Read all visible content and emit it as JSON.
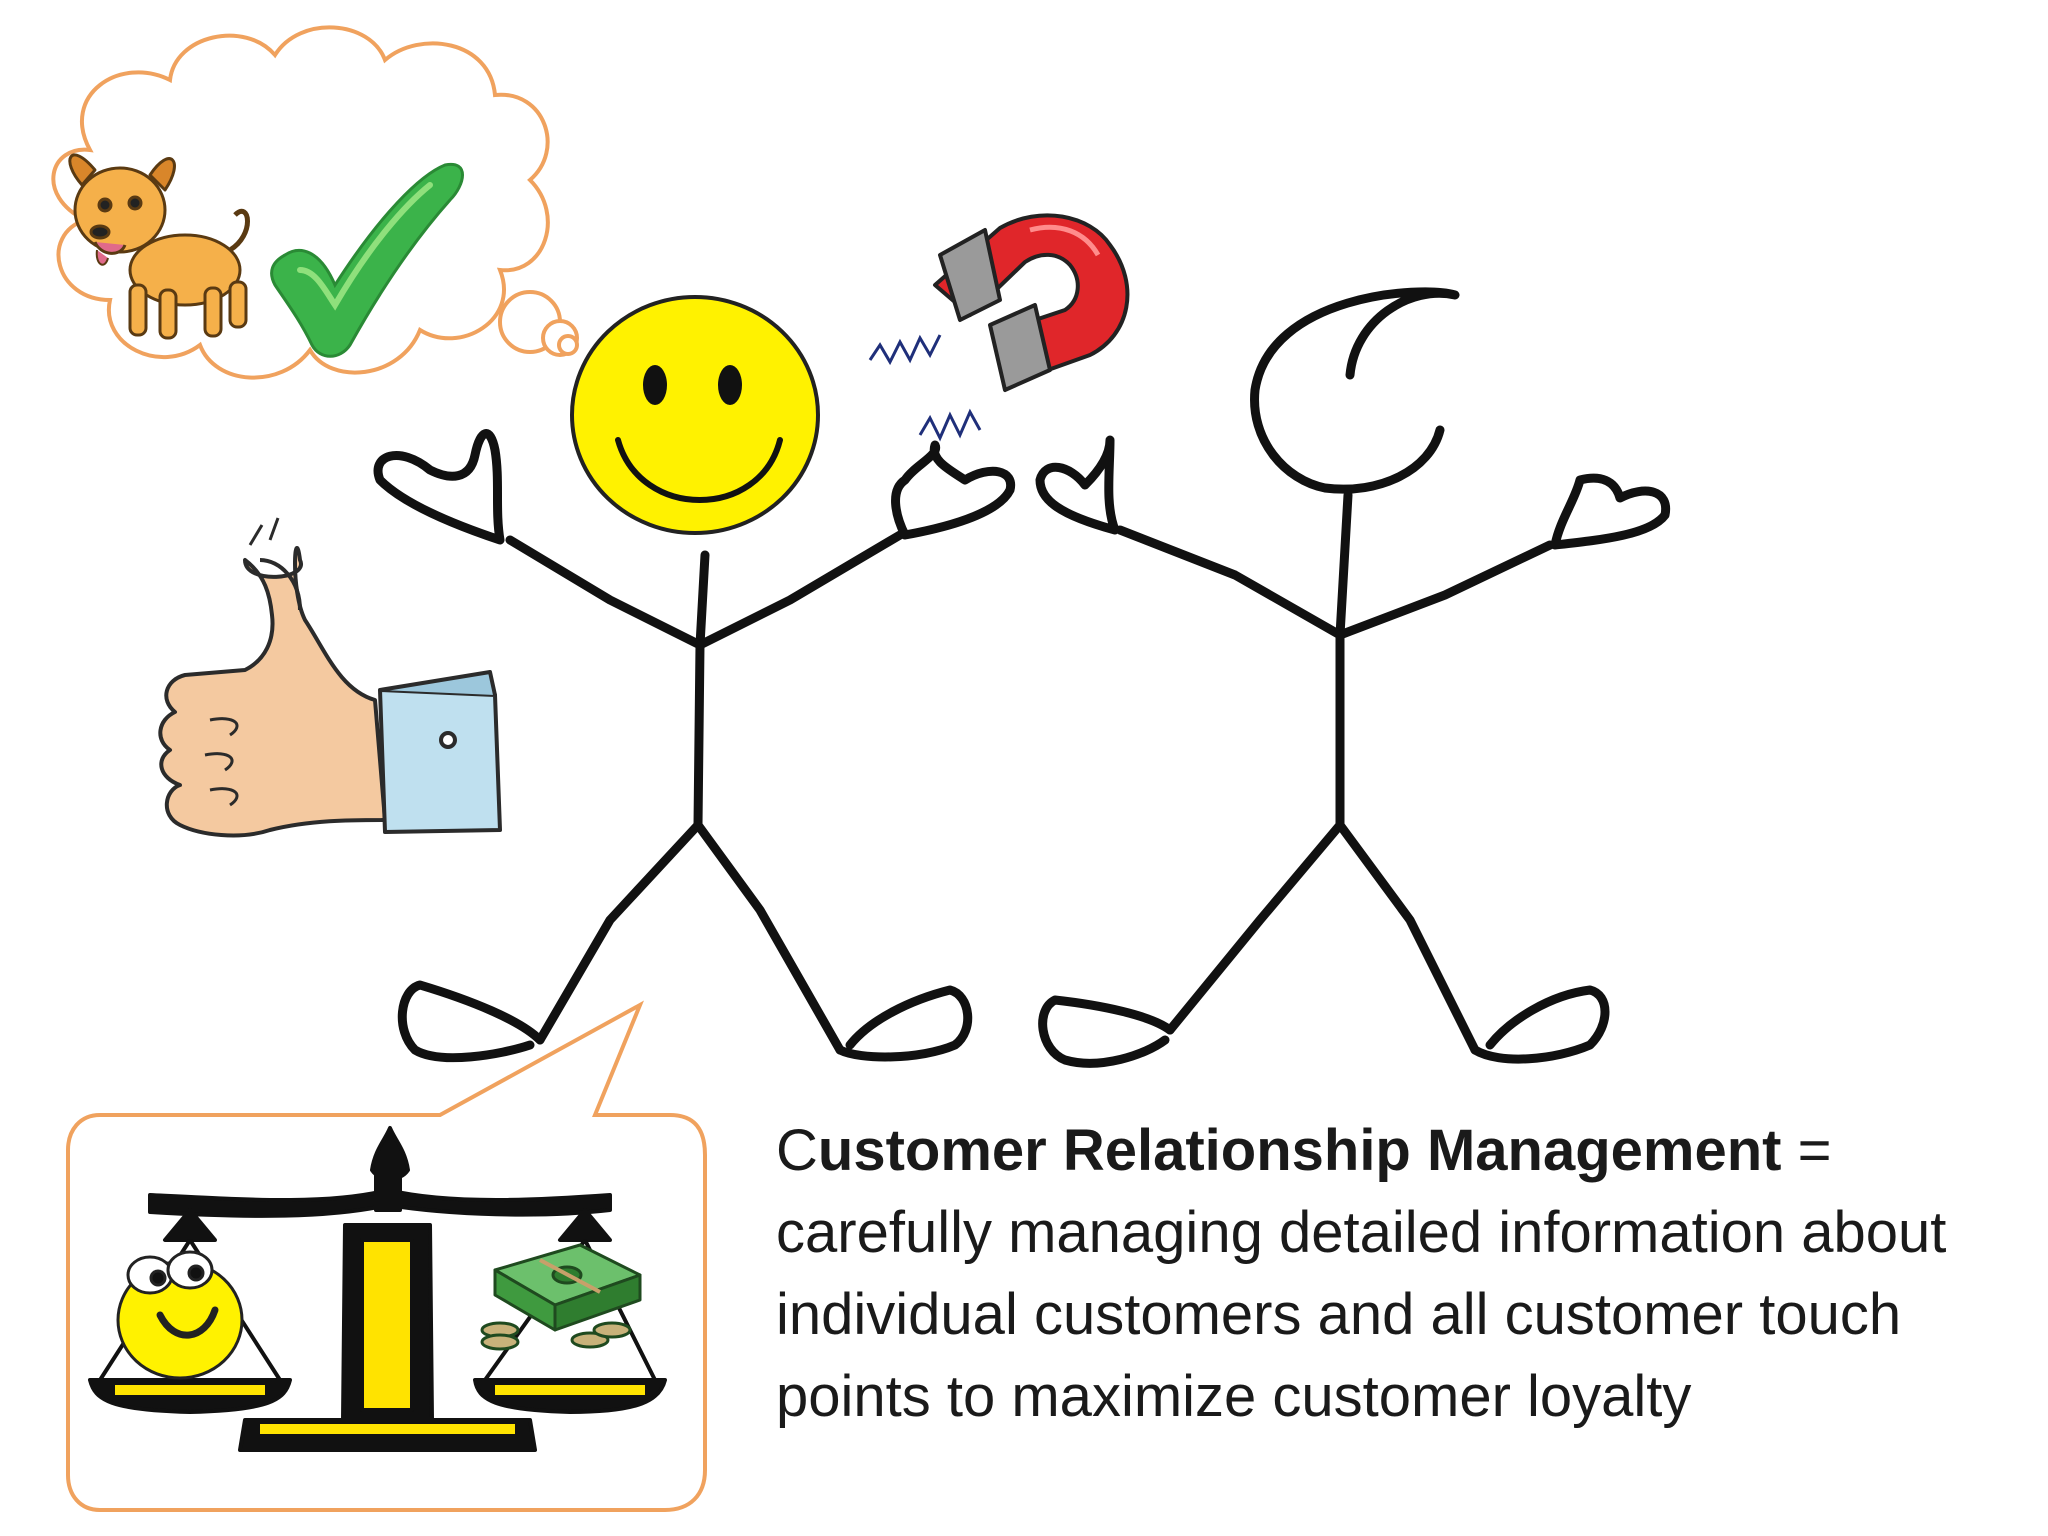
{
  "slide": {
    "definition": {
      "first_letter": "C",
      "term_rest": "ustomer Relationship Management",
      "equals": " = ",
      "body": "carefully managing detailed information about individual customers and all customer touch points to maximize customer loyalty"
    }
  },
  "colors": {
    "outline_orange": "#f0a25e",
    "smiley_yellow": "#fff200",
    "magnet_red": "#e0262a",
    "check_green": "#3bb34a",
    "dog_orange": "#f5b04a",
    "cuff_blue": "#bfe0ef",
    "scale_yellow": "#ffe300",
    "money_green": "#3f9a3f"
  },
  "icons": [
    "thought-bubble",
    "dog-icon",
    "check-icon",
    "smiley-face-icon",
    "magnet-icon",
    "thumbs-up-icon",
    "speech-bubble",
    "balance-scale-icon",
    "money-stack-icon",
    "stick-figure-customer",
    "stick-figure-company"
  ]
}
